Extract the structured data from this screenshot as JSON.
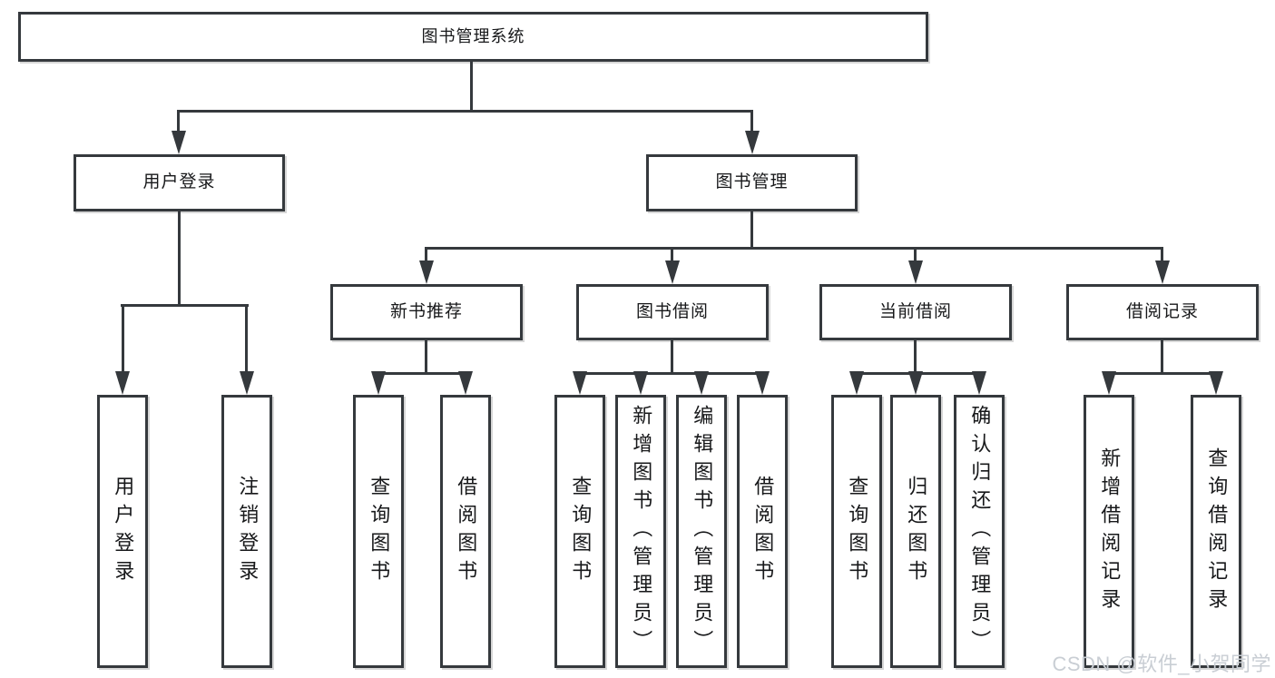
{
  "diagram": {
    "root": {
      "label": "图书管理系统"
    },
    "level2": [
      {
        "label": "用户登录"
      },
      {
        "label": "图书管理"
      }
    ],
    "level3": [
      {
        "label": "新书推荐"
      },
      {
        "label": "图书借阅"
      },
      {
        "label": "当前借阅"
      },
      {
        "label": "借阅记录"
      }
    ],
    "leaves": {
      "user_login": [
        {
          "label": "用户登录"
        },
        {
          "label": "注销登录"
        }
      ],
      "new_book_recommend": [
        {
          "label": "查询图书"
        },
        {
          "label": "借阅图书"
        }
      ],
      "book_borrowing": [
        {
          "label": "查询图书"
        },
        {
          "label": "新增图书（管理员）"
        },
        {
          "label": "编辑图书（管理员）"
        },
        {
          "label": "借阅图书"
        }
      ],
      "current_borrowing": [
        {
          "label": "查询图书"
        },
        {
          "label": "归还图书"
        },
        {
          "label": "确认归还（管理员）"
        }
      ],
      "borrowing_records": [
        {
          "label": "新增借阅记录"
        },
        {
          "label": "查询借阅记录"
        }
      ]
    },
    "watermark": "CSDN @软件_小贺同学",
    "colors": {
      "line": "#35393d",
      "box_border": "#35393d",
      "text": "#17181a",
      "watermark": "#c9ced4",
      "background": "#ffffff"
    }
  }
}
